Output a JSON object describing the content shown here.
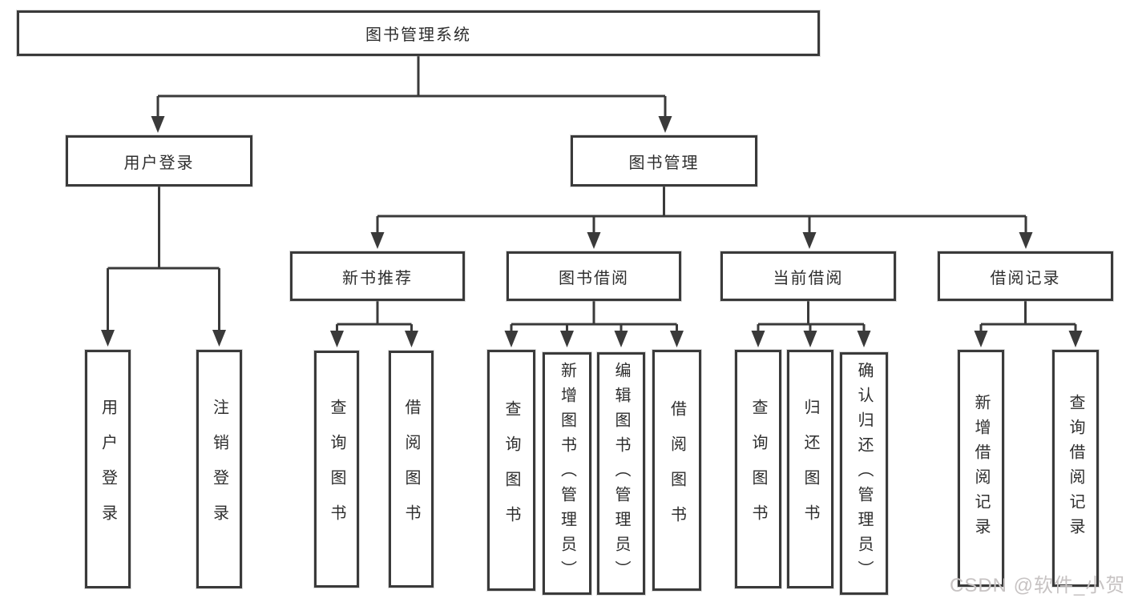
{
  "diagram": {
    "root": {
      "label": "图书管理系统"
    },
    "level2": [
      {
        "id": "user_login",
        "label": "用户登录"
      },
      {
        "id": "book_mgmt",
        "label": "图书管理"
      }
    ],
    "level3": [
      {
        "id": "new_book",
        "label": "新书推荐"
      },
      {
        "id": "book_borrow",
        "label": "图书借阅"
      },
      {
        "id": "current_borrow",
        "label": "当前借阅"
      },
      {
        "id": "borrow_record",
        "label": "借阅记录"
      }
    ],
    "leaves": {
      "user_login": [
        "用户登录",
        "注销登录"
      ],
      "new_book": [
        "查询图书",
        "借阅图书"
      ],
      "book_borrow": [
        "查询图书",
        "新增图书（管理员）",
        "编辑图书（管理员）",
        "借阅图书"
      ],
      "current_borrow": [
        "查询图书",
        "归还图书",
        "确认归还（管理员）"
      ],
      "borrow_record": [
        "新增借阅记录",
        "查询借阅记录"
      ]
    },
    "line_color": "#3a3a3a",
    "text_color": "#2e2e2e"
  },
  "watermark": {
    "text": "CSDN @软件_小贺同学",
    "color": "#c7c3c3"
  }
}
